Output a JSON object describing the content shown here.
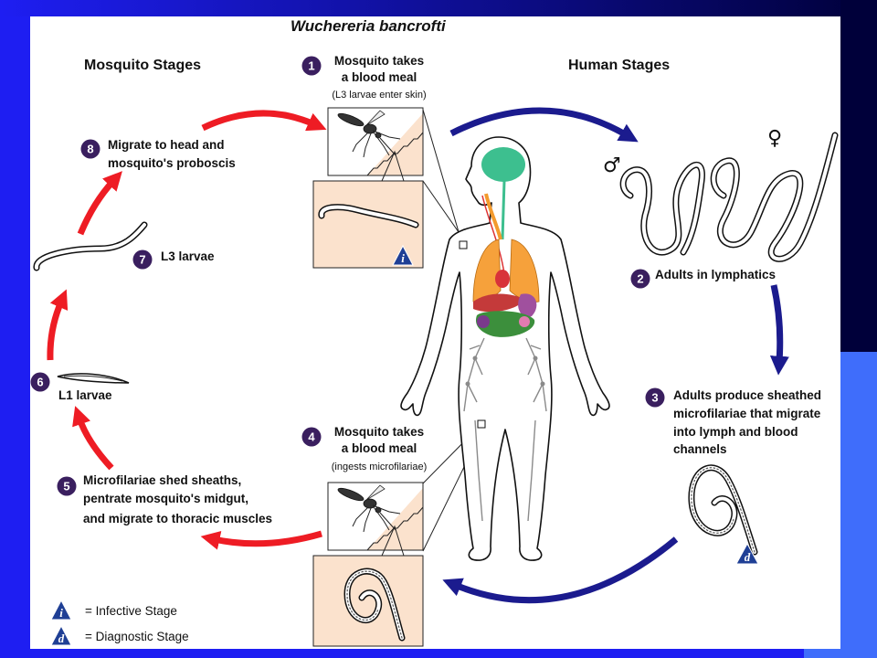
{
  "title": "Wuchereria bancrofti",
  "sections": {
    "mosquito": "Mosquito Stages",
    "human": "Human Stages"
  },
  "steps": [
    {
      "number": "1",
      "lines": [
        "Mosquito takes",
        "a blood meal"
      ],
      "note": "(L3 larvae enter skin)"
    },
    {
      "number": "2",
      "lines": [
        "Adults in lymphatics"
      ]
    },
    {
      "number": "3",
      "lines": [
        "Adults produce sheathed",
        "microfilariae that migrate",
        "into lymph and blood",
        "channels"
      ]
    },
    {
      "number": "4",
      "lines": [
        "Mosquito takes",
        "a blood meal"
      ],
      "note": "(ingests microfilariae)"
    },
    {
      "number": "5",
      "lines": [
        "Microfilariae shed sheaths,",
        "pentrate mosquito's midgut,",
        "and migrate to thoracic muscles"
      ]
    },
    {
      "number": "6",
      "lines": [
        "L1 larvae"
      ]
    },
    {
      "number": "7",
      "lines": [
        "L3 larvae"
      ]
    },
    {
      "number": "8",
      "lines": [
        "Migrate to head and",
        "mosquito's proboscis"
      ]
    }
  ],
  "stage_markers": {
    "infective": "i",
    "diagnostic": "d"
  },
  "sex_symbols": {
    "male": "♂",
    "female": "♀"
  },
  "legend": [
    {
      "symbol": "i",
      "label": "= Infective Stage"
    },
    {
      "symbol": "d",
      "label": "= Diagnostic Stage"
    }
  ],
  "colors": {
    "slide_blue": "#1e1ef2",
    "slide_navy": "#00003a",
    "slide_light_blue": "#3f6dfb",
    "mosquito_stage_arrow": "#ee1c24",
    "human_stage_arrow": "#1b1b8e",
    "step_number": "#3a1f5f",
    "stage_marker": "#1f3f95",
    "skin": "#fbe2cd"
  }
}
